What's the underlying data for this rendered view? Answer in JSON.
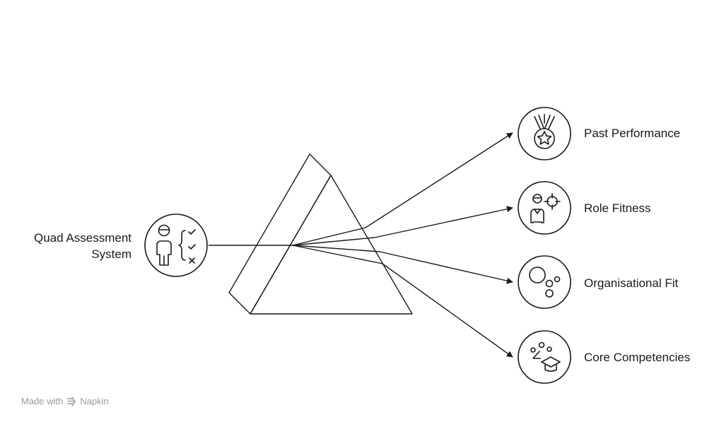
{
  "source": {
    "label_line1": "Quad Assessment",
    "label_line2": "System",
    "icon": "assessment-checklist-icon"
  },
  "outputs": [
    {
      "label": "Past Performance",
      "icon": "medal-icon"
    },
    {
      "label": "Role Fitness",
      "icon": "person-target-icon"
    },
    {
      "label": "Organisational Fit",
      "icon": "circles-icon"
    },
    {
      "label": "Core Competencies",
      "icon": "graduation-cap-icon"
    }
  ],
  "footer": {
    "made_with": "Made with",
    "brand": "Napkin"
  },
  "colors": {
    "stroke": "#1a1a1a",
    "watermark": "#9a9a9a",
    "background": "#ffffff"
  }
}
